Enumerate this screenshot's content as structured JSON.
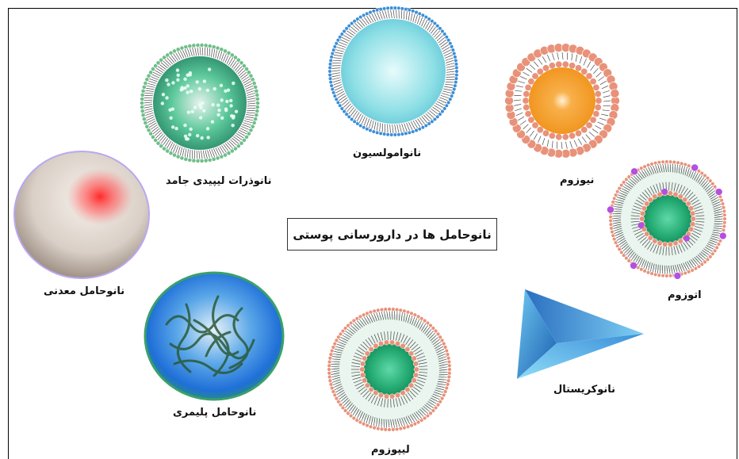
{
  "title": "نانوحامل ها در دارورسانی پوستی",
  "carriers": {
    "nanoemulsion": "نانوامولسیون",
    "niosome": "نیوزوم",
    "solid_lipid": "نانوذرات لیپیدی جامد",
    "mineral": "نانوحامل معدنی",
    "ethosome": "اتوزوم",
    "polymeric": "نانوحامل پلیمری",
    "liposome": "لیپوزوم",
    "nanocrystal": "نانوکریستال"
  },
  "colors": {
    "blue_bead": "#3a8fd8",
    "green_bead": "#6fbf8a",
    "orange_core": "#f59a2a",
    "salmon_bead": "#e8927a",
    "teal_core": "#2fb07a",
    "purple_marker": "#b44fe0",
    "polymer_blue": "#1f6fd8",
    "crystal_blue": "#2f7fd0"
  }
}
